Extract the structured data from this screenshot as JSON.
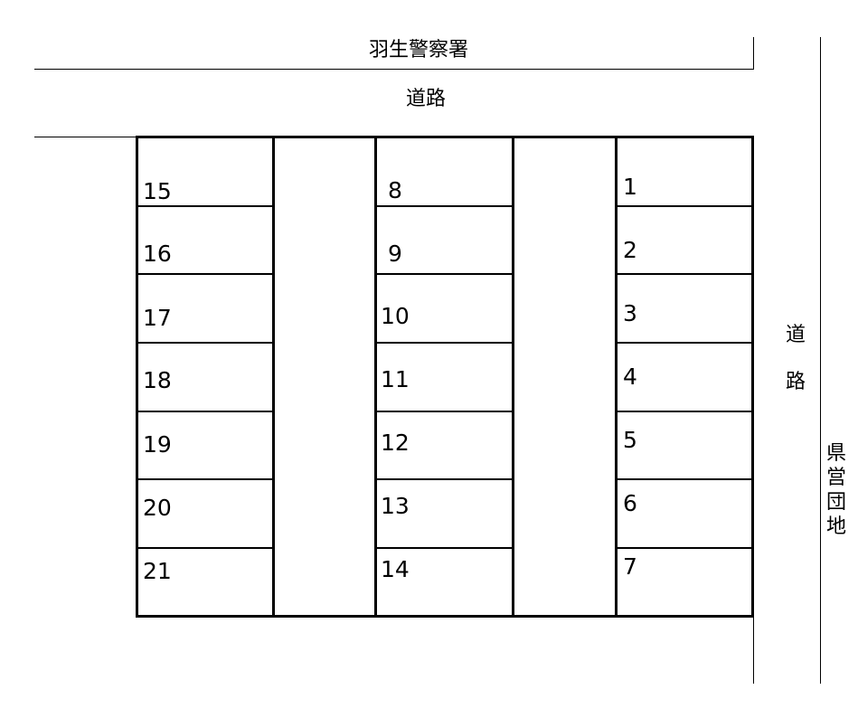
{
  "top_label": "羽生警察署",
  "road_top": "道路",
  "road_right_chars": [
    "道",
    "路"
  ],
  "far_right_chars": [
    "県",
    "営",
    "団",
    "地"
  ],
  "spaces": {
    "left_column": [
      "15",
      "16",
      "17",
      "18",
      "19",
      "20",
      "21"
    ],
    "middle_column": [
      "8",
      "9",
      "10",
      "11",
      "12",
      "13",
      "14"
    ],
    "right_column": [
      "1",
      "2",
      "3",
      "4",
      "5",
      "6",
      "7"
    ]
  }
}
